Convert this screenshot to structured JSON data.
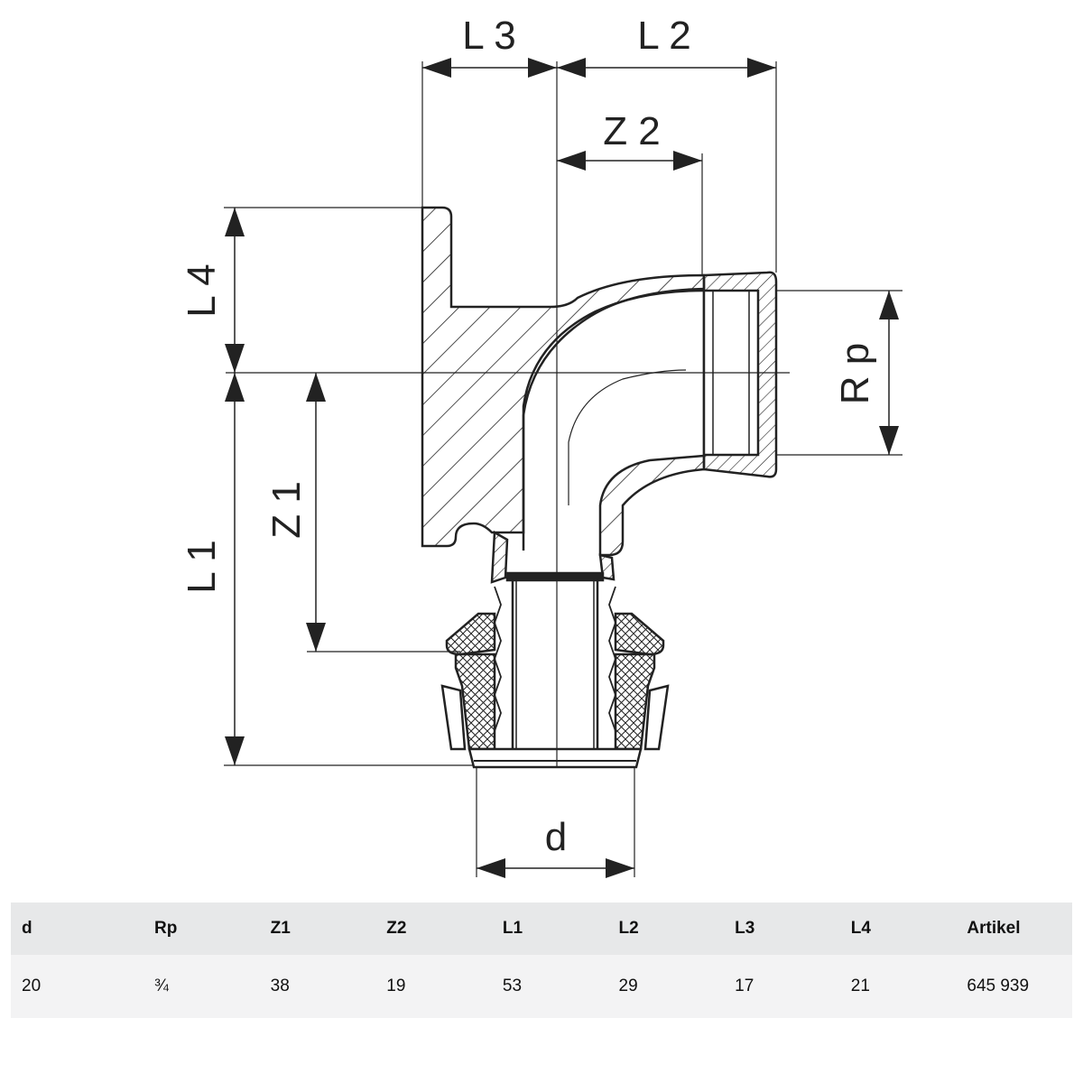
{
  "drawing": {
    "labels": {
      "L3": "L 3",
      "L2": "L 2",
      "Z2": "Z 2",
      "L4": "L 4",
      "Z1": "Z 1",
      "L1": "L 1",
      "Rp": "R p",
      "d": "d"
    }
  },
  "table": {
    "headers": [
      "d",
      "Rp",
      "Z1",
      "Z2",
      "L1",
      "L2",
      "L3",
      "L4",
      "Artikel"
    ],
    "rows": [
      [
        "20",
        "¾",
        "38",
        "19",
        "53",
        "29",
        "17",
        "21",
        "645 939"
      ]
    ]
  },
  "colors": {
    "line": "#222222",
    "header_bg": "#e7e8e9",
    "row_bg": "#f3f3f4"
  }
}
